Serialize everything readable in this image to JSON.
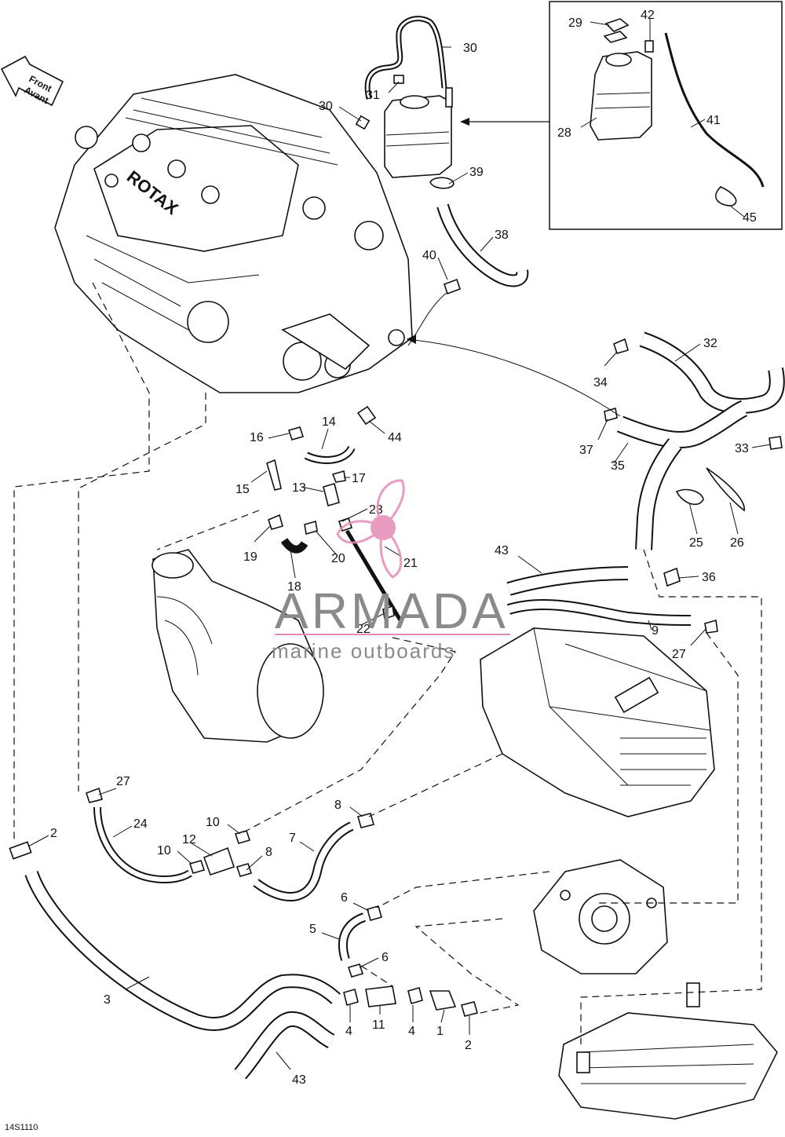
{
  "front_arrow": {
    "line1": "Front",
    "line2": "Avant"
  },
  "engine_brand": "ROTAX",
  "watermark": {
    "title": "ARMADA",
    "subtitle": "marine outboards",
    "accent_color": "#e58bb6",
    "text_color": "#8a8a8a"
  },
  "drawing_code": "14S1110",
  "labels": [
    {
      "id": "l30a",
      "text": "30"
    },
    {
      "id": "l31",
      "text": "31"
    },
    {
      "id": "l30b",
      "text": "30"
    },
    {
      "id": "l29",
      "text": "29"
    },
    {
      "id": "l42",
      "text": "42"
    },
    {
      "id": "l41",
      "text": "41"
    },
    {
      "id": "l28",
      "text": "28"
    },
    {
      "id": "l45",
      "text": "45"
    },
    {
      "id": "l39",
      "text": "39"
    },
    {
      "id": "l38",
      "text": "38"
    },
    {
      "id": "l40",
      "text": "40"
    },
    {
      "id": "l32",
      "text": "32"
    },
    {
      "id": "l34",
      "text": "34"
    },
    {
      "id": "l37",
      "text": "37"
    },
    {
      "id": "l35",
      "text": "35"
    },
    {
      "id": "l33",
      "text": "33"
    },
    {
      "id": "l25",
      "text": "25"
    },
    {
      "id": "l26",
      "text": "26"
    },
    {
      "id": "l36",
      "text": "36"
    },
    {
      "id": "l16",
      "text": "16"
    },
    {
      "id": "l14",
      "text": "14"
    },
    {
      "id": "l44",
      "text": "44"
    },
    {
      "id": "l15",
      "text": "15"
    },
    {
      "id": "l17",
      "text": "17"
    },
    {
      "id": "l13",
      "text": "13"
    },
    {
      "id": "l23",
      "text": "23"
    },
    {
      "id": "l19",
      "text": "19"
    },
    {
      "id": "l20",
      "text": "20"
    },
    {
      "id": "l21",
      "text": "21"
    },
    {
      "id": "l18",
      "text": "18"
    },
    {
      "id": "l22",
      "text": "22"
    },
    {
      "id": "l43a",
      "text": "43"
    },
    {
      "id": "l9",
      "text": "9"
    },
    {
      "id": "l27a",
      "text": "27"
    },
    {
      "id": "l27b",
      "text": "27"
    },
    {
      "id": "l24",
      "text": "24"
    },
    {
      "id": "l10a",
      "text": "10"
    },
    {
      "id": "l12",
      "text": "12"
    },
    {
      "id": "l10b",
      "text": "10"
    },
    {
      "id": "l8a",
      "text": "8"
    },
    {
      "id": "l7",
      "text": "7"
    },
    {
      "id": "l8b",
      "text": "8"
    },
    {
      "id": "l2a",
      "text": "2"
    },
    {
      "id": "l6a",
      "text": "6"
    },
    {
      "id": "l5",
      "text": "5"
    },
    {
      "id": "l6b",
      "text": "6"
    },
    {
      "id": "l3",
      "text": "3"
    },
    {
      "id": "l4a",
      "text": "4"
    },
    {
      "id": "l11",
      "text": "11"
    },
    {
      "id": "l4b",
      "text": "4"
    },
    {
      "id": "l1",
      "text": "1"
    },
    {
      "id": "l2b",
      "text": "2"
    },
    {
      "id": "l43b",
      "text": "43"
    }
  ]
}
